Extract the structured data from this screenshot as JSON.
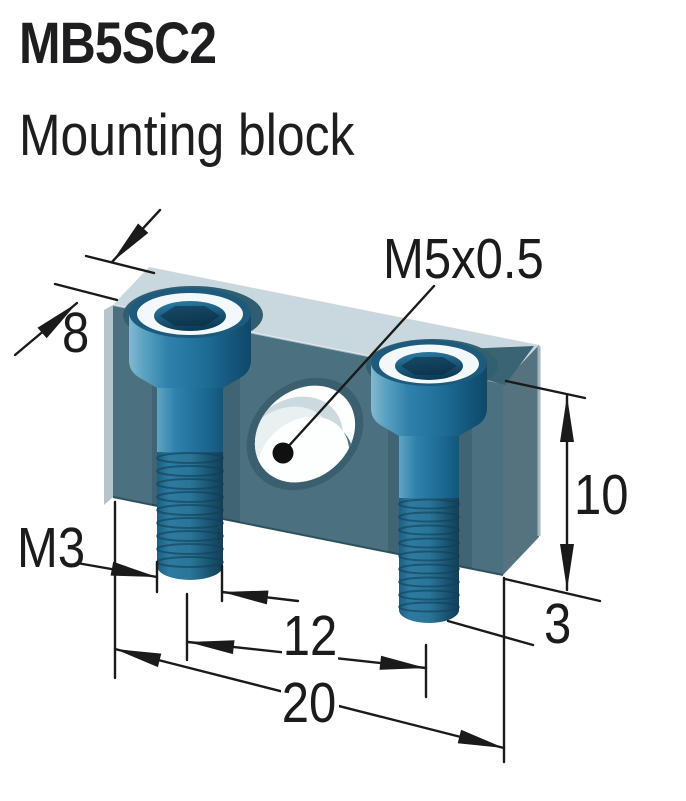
{
  "header": {
    "model": "MB5SC2",
    "product_name": "Mounting block"
  },
  "figure": {
    "type": "isometric-technical-drawing",
    "subject": "mounting block with two socket head cap screws and central threaded hole",
    "annotations": {
      "center_thread": "M5x0.5",
      "depth": "8",
      "height": "10",
      "screw_protrusion": "3",
      "screw_spacing": "12",
      "width": "20",
      "screw_thread": "M3"
    },
    "colors": {
      "face_front": "#4b7181",
      "face_top": "#c9d7de",
      "face_right": "#54737f",
      "edge_shadow": "#b7c4ca",
      "screw_accent": "#2a7ba6",
      "dimension_line": "#1a1a1a",
      "hole_fill": "#fdfefe"
    }
  }
}
